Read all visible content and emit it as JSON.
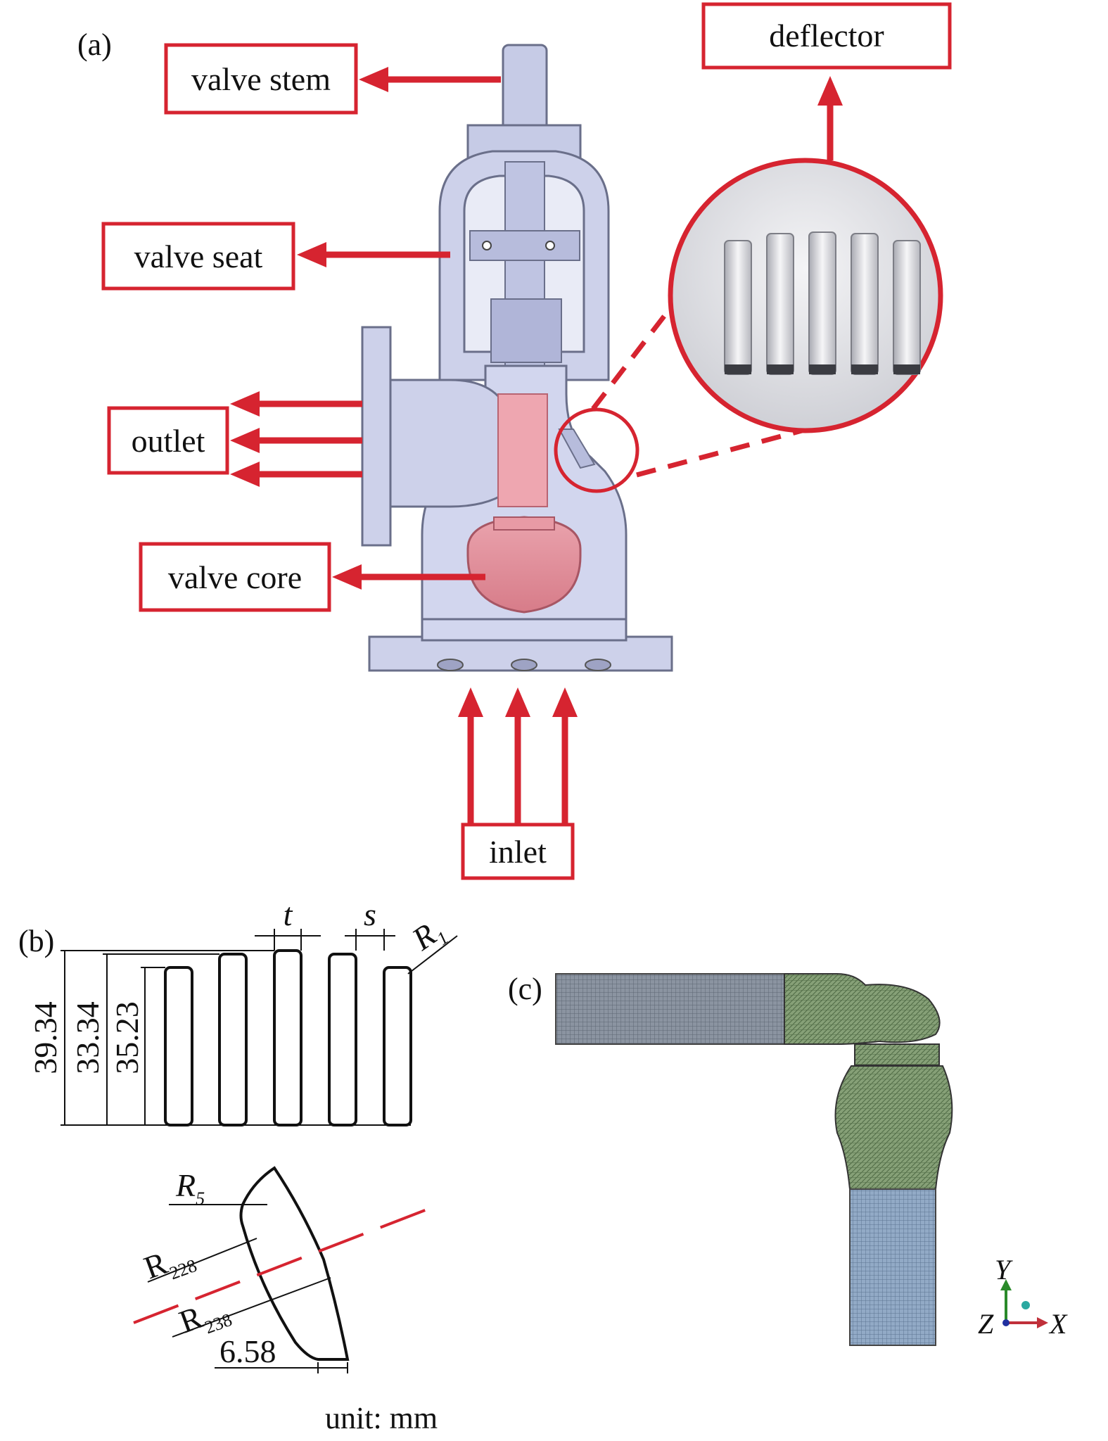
{
  "panels": {
    "a": "(a)",
    "b": "(b)",
    "c": "(c)"
  },
  "callouts": {
    "valve_stem": "valve stem",
    "valve_seat": "valve seat",
    "outlet": "outlet",
    "valve_core": "valve core",
    "inlet": "inlet",
    "deflector": "deflector"
  },
  "dimensions": {
    "h1": "39.34",
    "h2": "33.34",
    "h3": "35.23",
    "t": "t",
    "s": "s",
    "r1_letter": "R",
    "r1_sub": "1",
    "r5_letter": "R",
    "r5_sub": "5",
    "r228_letter": "R",
    "r228_sub": "228",
    "r238_letter": "R",
    "r238_sub": "238",
    "width_6_58": "6.58",
    "unit": "unit: mm"
  },
  "axes": {
    "x": "X",
    "y": "Y",
    "z": "Z"
  },
  "colors": {
    "annotation_red": "#d62430",
    "valve_body": "#c9cde6",
    "valve_core_pink": "#e8909c",
    "mesh_grey": "#7f8a99",
    "mesh_green": "#7d9a6e",
    "mesh_blue": "#8aa3bf"
  }
}
